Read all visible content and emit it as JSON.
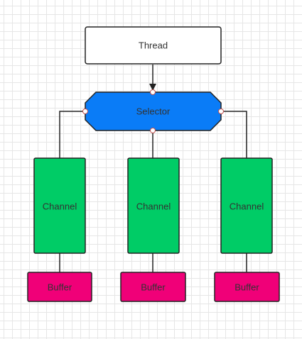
{
  "thread": {
    "label": "Thread"
  },
  "selector": {
    "label": "Selector"
  },
  "channels": [
    {
      "label": "Channel"
    },
    {
      "label": "Channel"
    },
    {
      "label": "Channel"
    }
  ],
  "buffers": [
    {
      "label": "Buffer"
    },
    {
      "label": "Buffer"
    },
    {
      "label": "Buffer"
    }
  ],
  "colors": {
    "thread_fill": "#ffffff",
    "selector_fill": "#0a7cf7",
    "channel_fill": "#00cc66",
    "buffer_fill": "#f00078",
    "stroke": "#222222"
  }
}
